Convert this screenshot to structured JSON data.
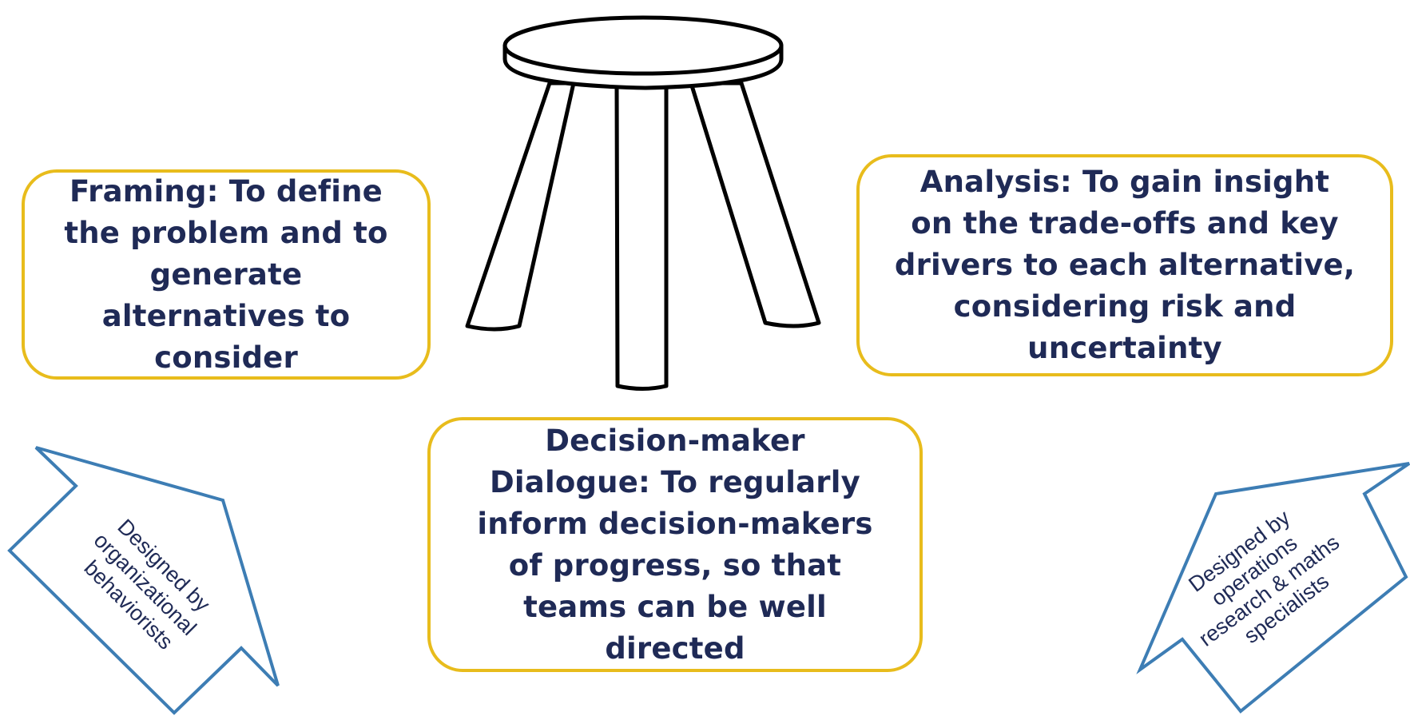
{
  "cards": {
    "framing": {
      "lines": [
        "Framing: To define",
        "the problem and to",
        "generate",
        "alternatives to",
        "consider"
      ]
    },
    "analysis": {
      "lines": [
        "Analysis: To gain insight",
        "on the trade-offs and key",
        "drivers to each alternative,",
        "considering risk and",
        "uncertainty"
      ]
    },
    "dialogue": {
      "lines": [
        "Decision-maker",
        "Dialogue: To regularly",
        "inform decision-makers",
        "of progress, so that",
        "teams can be well",
        "directed"
      ]
    }
  },
  "arrows": {
    "left": {
      "lines": [
        "Designed by",
        "organizational",
        "behaviorists"
      ]
    },
    "right": {
      "lines": [
        "Designed by",
        "operations",
        "research & maths",
        "specialists"
      ]
    }
  },
  "colors": {
    "card_border": "#E8BC1C",
    "text": "#1F2A56",
    "arrow_stroke": "#3D7DB4",
    "stool_stroke": "#000000"
  },
  "icons": {
    "center": "stool-icon"
  }
}
